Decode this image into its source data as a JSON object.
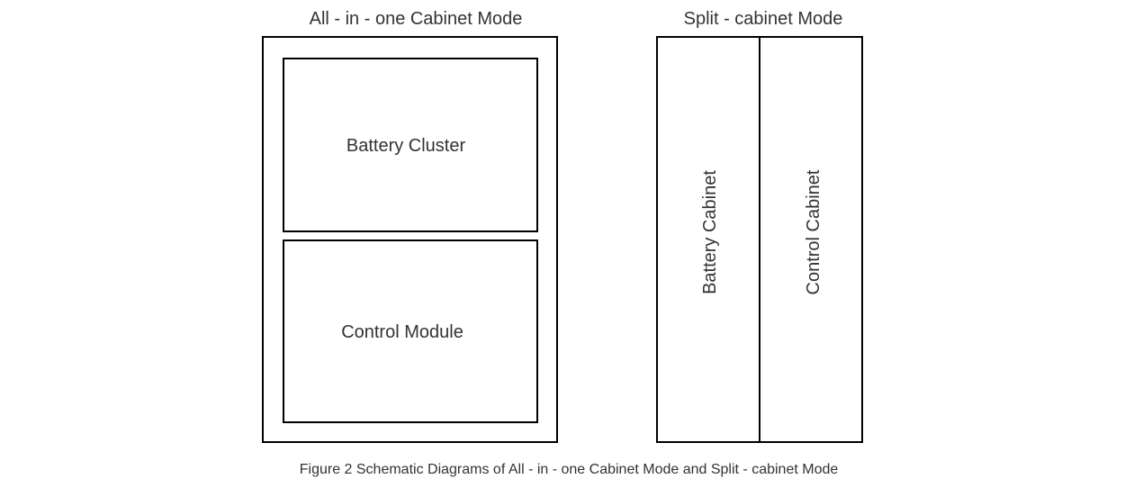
{
  "diagrams": {
    "all_in_one": {
      "title": "All - in - one Cabinet Mode",
      "battery_cluster_label": "Battery Cluster",
      "control_module_label": "Control Module"
    },
    "split": {
      "title": "Split - cabinet Mode",
      "battery_cabinet_label": "Battery Cabinet",
      "control_cabinet_label": "Control Cabinet"
    }
  },
  "caption": "Figure 2 Schematic Diagrams of All - in - one Cabinet Mode and Split - cabinet Mode",
  "colors": {
    "line": "#000000",
    "text": "#333333",
    "background": "#ffffff"
  }
}
